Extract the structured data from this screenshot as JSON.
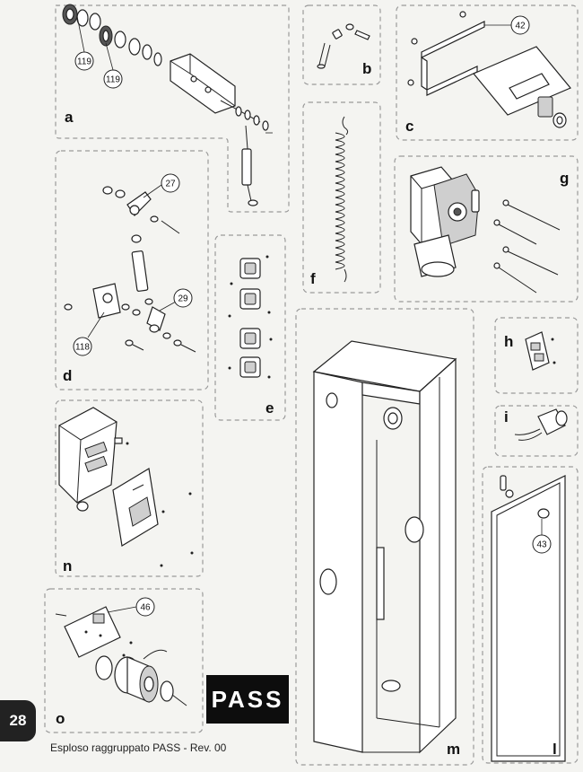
{
  "document": {
    "page_number": "28",
    "footer_caption": "Esploso raggruppato PASS - Rev. 00",
    "brand_logo": "PASS"
  },
  "panels": {
    "a": "a",
    "b": "b",
    "c": "c",
    "d": "d",
    "e": "e",
    "f": "f",
    "g": "g",
    "h": "h",
    "i": "i",
    "l": "l",
    "m": "m",
    "n": "n",
    "o": "o"
  },
  "callouts": {
    "a_119_top": "119",
    "a_119_bottom": "119",
    "c_42": "42",
    "d_27": "27",
    "d_29": "29",
    "d_118": "118",
    "l_43": "43",
    "o_46": "46"
  }
}
